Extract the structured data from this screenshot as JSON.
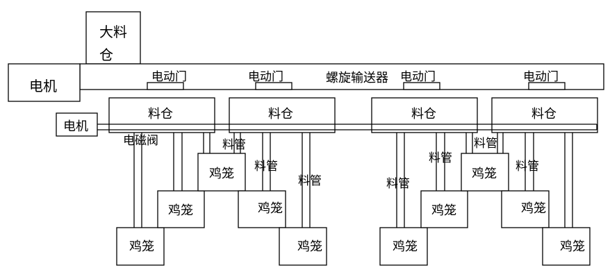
{
  "diagram": {
    "big_hopper": {
      "line1": "大料",
      "line2": "仓"
    },
    "main_motor": "电机",
    "screw_conveyor": "螺旋输送器",
    "electric_doors": [
      "电动门",
      "电动门",
      "电动门",
      "电动门"
    ],
    "hoppers": [
      "料仓",
      "料仓",
      "料仓",
      "料仓"
    ],
    "shaft_motor": "电机",
    "solenoid_valve": "电磁阀",
    "pipe_labels": [
      "料管",
      "料管",
      "料管",
      "料管",
      "料管",
      "料管",
      "料管"
    ],
    "cages": [
      "鸡笼",
      "鸡笼",
      "鸡笼",
      "鸡笼",
      "鸡笼",
      "鸡笼",
      "鸡笼",
      "鸡笼",
      "鸡笼",
      "鸡笼"
    ],
    "colors": {
      "stroke": "#000000",
      "background": "#ffffff"
    }
  }
}
